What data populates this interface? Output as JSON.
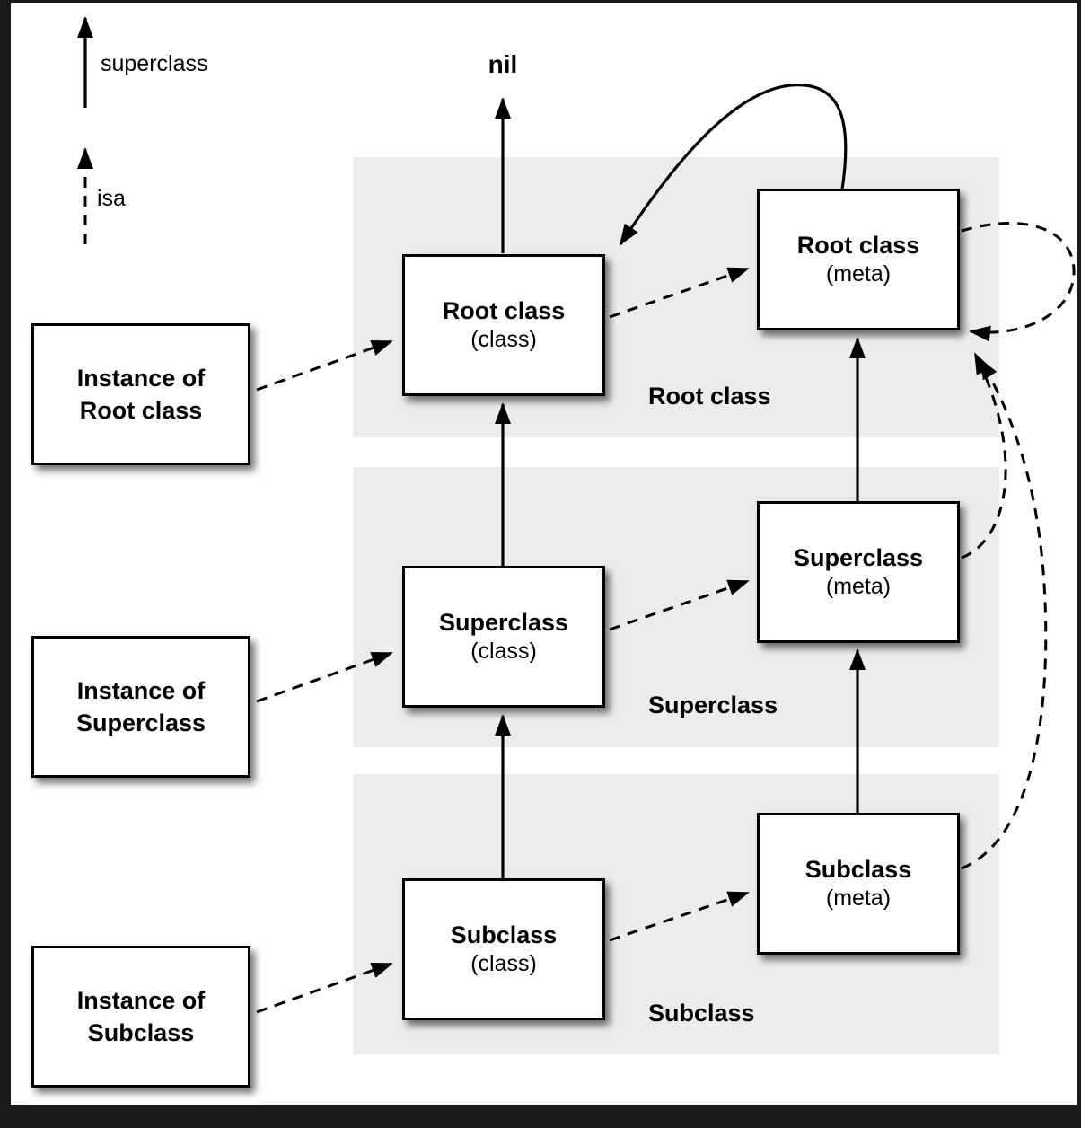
{
  "legend": {
    "superclass_label": "superclass",
    "isa_label": "isa"
  },
  "nil_label": "nil",
  "bands": [
    {
      "label": "Root class"
    },
    {
      "label": "Superclass"
    },
    {
      "label": "Subclass"
    }
  ],
  "boxes": {
    "root_class": {
      "title": "Root class",
      "subtitle": "(class)"
    },
    "root_meta": {
      "title": "Root class",
      "subtitle": "(meta)"
    },
    "superclass_class": {
      "title": "Superclass",
      "subtitle": "(class)"
    },
    "superclass_meta": {
      "title": "Superclass",
      "subtitle": "(meta)"
    },
    "subclass_class": {
      "title": "Subclass",
      "subtitle": "(class)"
    },
    "subclass_meta": {
      "title": "Subclass",
      "subtitle": "(meta)"
    },
    "instance_root": {
      "line1": "Instance of",
      "line2": "Root class"
    },
    "instance_superclass": {
      "line1": "Instance of",
      "line2": "Superclass"
    },
    "instance_subclass": {
      "line1": "Instance of",
      "line2": "Subclass"
    }
  },
  "colors": {
    "band_background": "#ececec",
    "box_background": "#ffffff",
    "box_border": "#000000",
    "arrow": "#000000",
    "frame": "#1a1a1a",
    "page_background": "#ffffff"
  }
}
